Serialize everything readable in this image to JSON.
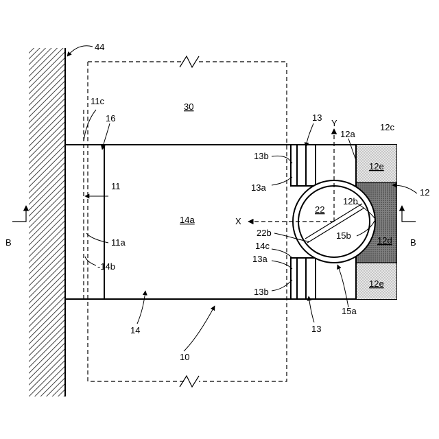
{
  "figure": {
    "labels": {
      "l44": "44",
      "l30": "30",
      "l11c": "11c",
      "l16": "16",
      "l11": "11",
      "l11a": "11a",
      "l14b": "-14b",
      "l14a": "14a",
      "l14": "14",
      "l10": "10",
      "l13top": "13",
      "l13btop": "13b",
      "l13atop": "13a",
      "l14c": "14c",
      "l13abot": "13a",
      "l13bbot": "13b",
      "l13bot": "13",
      "lY": "Y",
      "lX": "X",
      "l12a": "12a",
      "l12c": "12c",
      "l12etop": "12e",
      "l12": "12",
      "l22": "22",
      "l12b": "12b",
      "l22b": "22b",
      "l15b": "15b",
      "l12d": "12d",
      "l12ebot": "12e",
      "l15a": "15a",
      "lBleft": "B",
      "lBright": "B"
    },
    "colors": {
      "line": "#000000",
      "light_hatch": "#d9d9d9",
      "dark_hatch": "#7a7a7a",
      "wall_hatch": "#444444"
    }
  }
}
